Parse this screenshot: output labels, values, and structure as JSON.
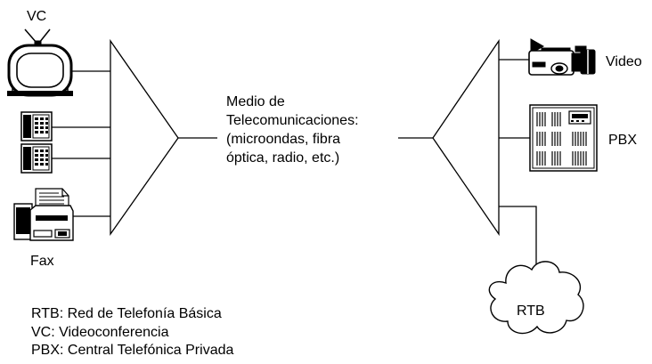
{
  "labels": {
    "vc": "VC",
    "fax": "Fax",
    "video": "Video",
    "pbx": "PBX",
    "rtb": "RTB"
  },
  "medium": {
    "lines": [
      "Medio de",
      "Telecomunicaciones:",
      "(microondas, fibra",
      "óptica, radio, etc.)"
    ]
  },
  "legend": [
    "RTB: Red de Telefonía Básica",
    "VC: Videoconferencia",
    "PBX: Central Telefónica Privada"
  ],
  "icons": [
    "television-icon",
    "telephone-icon",
    "telephone-icon",
    "fax-machine-icon",
    "video-camera-icon",
    "pbx-switchboard-icon",
    "cloud-network-icon"
  ]
}
